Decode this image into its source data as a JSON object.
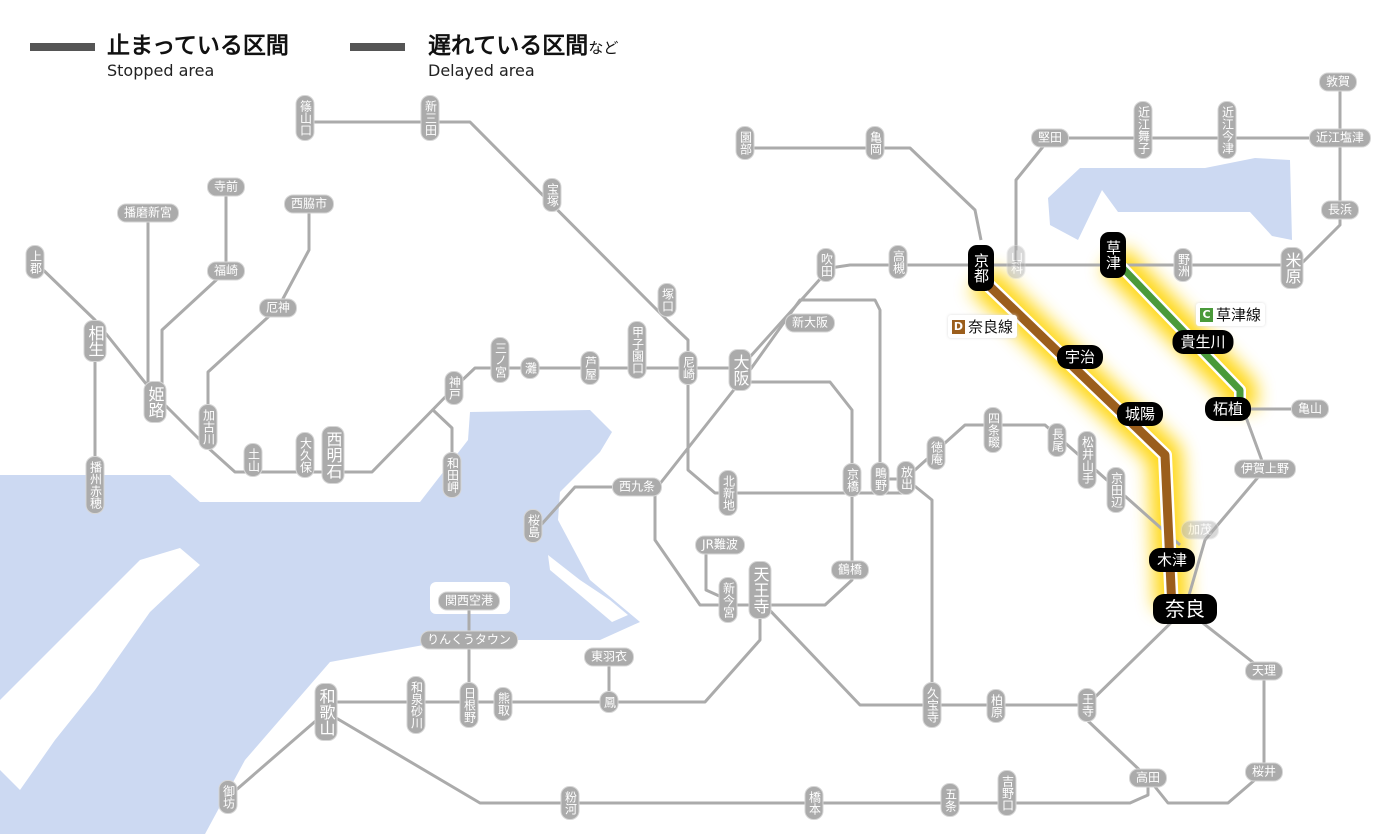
{
  "legend": {
    "stopped": {
      "jp": "止まっている区間",
      "en": "Stopped area"
    },
    "delayed": {
      "jp": "遅れている区間",
      "jp_suffix": "など",
      "en": "Delayed area"
    }
  },
  "lines": [
    {
      "symbol": "D",
      "name": "奈良線",
      "color": "#9b5e1c",
      "status": "delayed"
    },
    {
      "symbol": "C",
      "name": "草津線",
      "color": "#4a9a3a",
      "status": "delayed"
    }
  ],
  "colors": {
    "track": "#ababab",
    "water": "#ccd9f2",
    "glow": "#ffd400"
  },
  "affected_stations": [
    "京都",
    "宇治",
    "城陽",
    "木津",
    "奈良",
    "草津",
    "貴生川",
    "柘植"
  ],
  "stations": [
    "篠山口",
    "新三田",
    "宝塚",
    "塚口",
    "尼崎",
    "大阪",
    "新大阪",
    "吹田",
    "高槻",
    "園部",
    "亀岡",
    "山科",
    "堅田",
    "近江舞子",
    "近江今津",
    "近江塩津",
    "敦賀",
    "長浜",
    "米原",
    "野洲",
    "亀山",
    "伊賀上野",
    "加茂",
    "天理",
    "桜井",
    "高田",
    "王寺",
    "柏原",
    "久宝寺",
    "吉野口",
    "五条",
    "橋本",
    "粉河",
    "御坊",
    "和歌山",
    "和泉砂川",
    "日根野",
    "熊取",
    "鳳",
    "東羽衣",
    "りんくうタウン",
    "関西空港",
    "天王寺",
    "新今宮",
    "JR難波",
    "鶴橋",
    "京橋",
    "北新地",
    "西九条",
    "桜島",
    "放出",
    "鴫野",
    "徳庵",
    "四条畷",
    "長尾",
    "松井山手",
    "京田辺",
    "甲子園口",
    "芦屋",
    "灘",
    "三ノ宮",
    "神戸",
    "和田岬",
    "西明石",
    "大久保",
    "土山",
    "加古川",
    "姫路",
    "相生",
    "上郡",
    "播州赤穂",
    "播磨新宮",
    "寺前",
    "福崎",
    "西脇市",
    "厄神",
    "京都",
    "宇治",
    "城陽",
    "木津",
    "奈良",
    "草津",
    "貴生川",
    "柘植"
  ]
}
